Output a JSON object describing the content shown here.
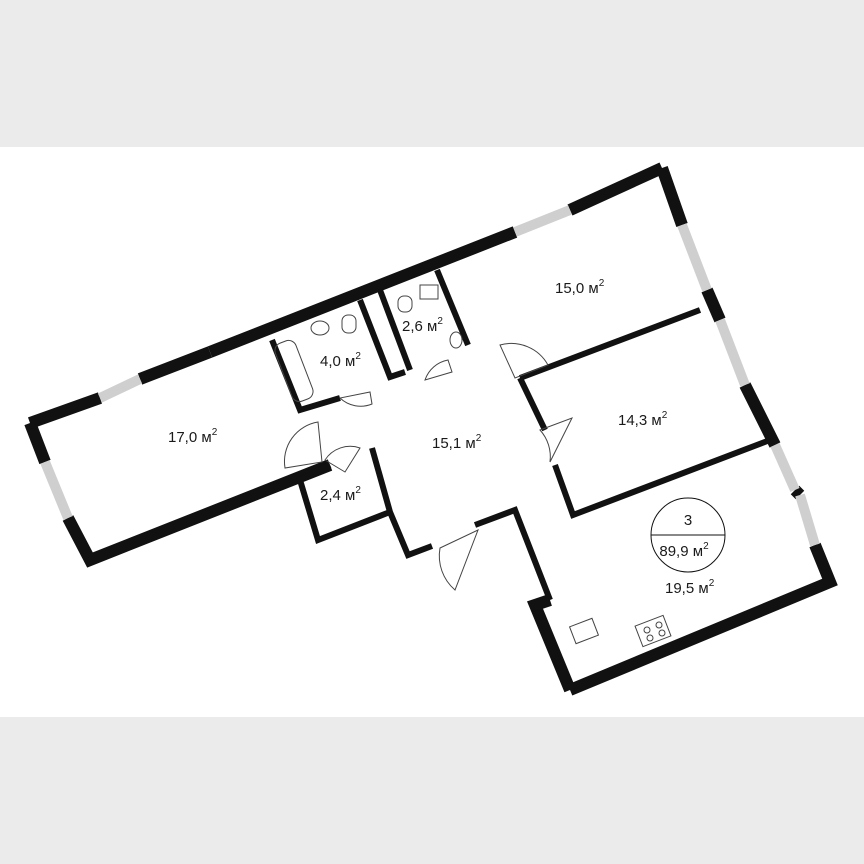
{
  "apartment": {
    "rooms_count": "3",
    "total_area": "89,9 м",
    "unit_exponent": "2"
  },
  "rooms": [
    {
      "id": "room-living-left",
      "area": "17,0 м",
      "exp": "2"
    },
    {
      "id": "room-bathroom",
      "area": "4,0 м",
      "exp": "2"
    },
    {
      "id": "room-wc",
      "area": "2,6 м",
      "exp": "2"
    },
    {
      "id": "room-bedroom-top",
      "area": "15,0 м",
      "exp": "2"
    },
    {
      "id": "room-hall",
      "area": "15,1 м",
      "exp": "2"
    },
    {
      "id": "room-bedroom-mid",
      "area": "14,3 м",
      "exp": "2"
    },
    {
      "id": "room-storage",
      "area": "2,4 м",
      "exp": "2"
    },
    {
      "id": "room-kitchen",
      "area": "19,5 м",
      "exp": "2"
    }
  ],
  "colors": {
    "wall": "#111111",
    "background": "#ebebeb",
    "floor": "#ffffff",
    "window": "#d9d9d9"
  }
}
